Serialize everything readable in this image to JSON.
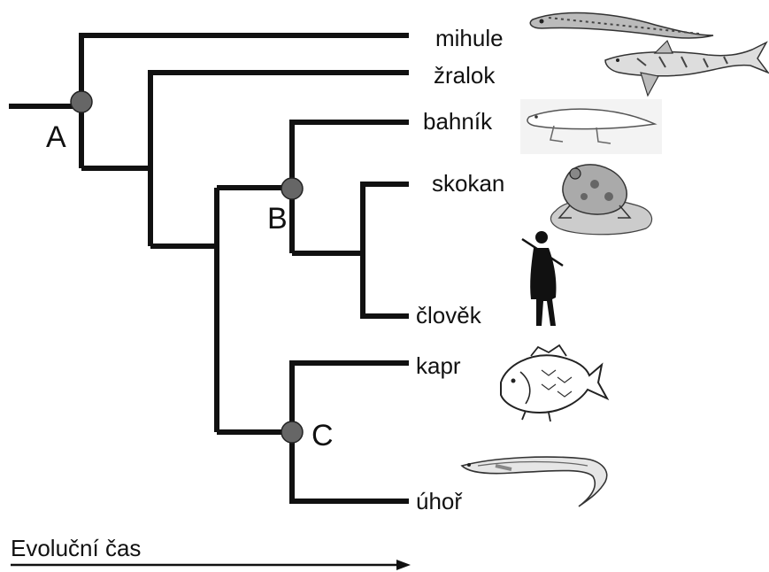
{
  "taxa": [
    {
      "id": "mihule",
      "label": "mihule",
      "icon": "lamprey-icon"
    },
    {
      "id": "zralok",
      "label": "žralok",
      "icon": "shark-icon"
    },
    {
      "id": "bahnik",
      "label": "bahník",
      "icon": "lungfish-icon"
    },
    {
      "id": "skokan",
      "label": "skokan",
      "icon": "frog-icon"
    },
    {
      "id": "clovek",
      "label": "člověk",
      "icon": "human-icon"
    },
    {
      "id": "kapr",
      "label": "kapr",
      "icon": "carp-icon"
    },
    {
      "id": "uhor",
      "label": "úhoř",
      "icon": "eel-icon"
    }
  ],
  "nodes": {
    "a": "A",
    "b": "B",
    "c": "C"
  },
  "axis": {
    "label": "Evoluční čas"
  },
  "colors": {
    "branch": "#111111",
    "node_fill": "#666666"
  }
}
